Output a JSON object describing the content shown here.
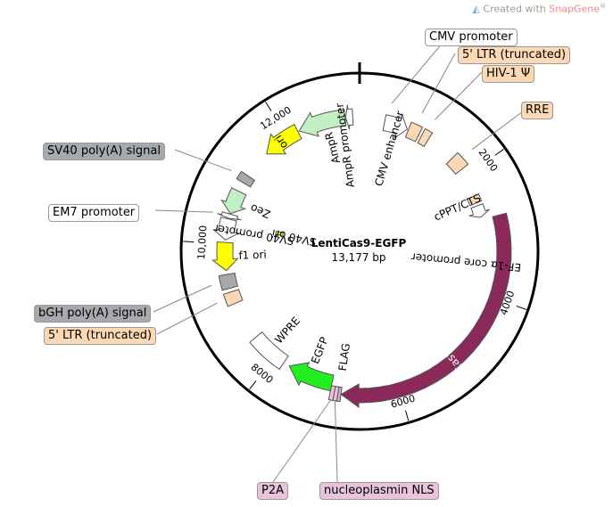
{
  "credit": {
    "prefix": "Created with",
    "brand": "SnapGene",
    "mark": "®"
  },
  "plasmid": {
    "name": "LentiCas9-EGFP",
    "size_label": "13,177 bp",
    "length_bp": 13177
  },
  "ticks": [
    {
      "label": "2000",
      "bp": 2000
    },
    {
      "label": "4000",
      "bp": 4000
    },
    {
      "label": "6000",
      "bp": 6000
    },
    {
      "label": "8000",
      "bp": 8000
    },
    {
      "label": "10,000",
      "bp": 10000
    },
    {
      "label": "12,000",
      "bp": 12000
    }
  ],
  "features": [
    {
      "name": "CMV enhancer",
      "start": 400,
      "end": 780,
      "color": "#ffffff",
      "dir": 1
    },
    {
      "name": "5' LTR (truncated)",
      "start": 800,
      "end": 985,
      "color": "#fcd8b3",
      "dir": 0
    },
    {
      "name": "HIV-1 Ψ",
      "start": 1030,
      "end": 1155,
      "color": "#fcd8b3",
      "dir": 0
    },
    {
      "name": "RRE",
      "start": 1640,
      "end": 1875,
      "color": "#fcd8b3",
      "dir": 0
    },
    {
      "name": "cPPT/CTS",
      "start": 2350,
      "end": 2470,
      "color": "#fcd8b3",
      "dir": 0
    },
    {
      "name": "EF-1α core promoter",
      "start": 2520,
      "end": 2720,
      "color": "#ffffff",
      "dir": 1
    },
    {
      "name": "Cas9",
      "start": 2760,
      "end": 6860,
      "color": "#8b2a5a",
      "dir": 1
    },
    {
      "name": "FLAG",
      "start": 6860,
      "end": 6905,
      "color": "#d8a8c8",
      "dir": 0
    },
    {
      "name": "nucleoplasmin NLS",
      "start": 6905,
      "end": 6960,
      "color": "#e8c3d9",
      "dir": 0
    },
    {
      "name": "P2A",
      "start": 6960,
      "end": 7020,
      "color": "#e8c3d9",
      "dir": 0
    },
    {
      "name": "EGFP",
      "start": 7020,
      "end": 7740,
      "color": "#22ee22",
      "dir": 1
    },
    {
      "name": "WPRE",
      "start": 7840,
      "end": 8430,
      "color": "#ffffff",
      "dir": 0
    },
    {
      "name": "5' LTR (truncated)",
      "start": 9050,
      "end": 9240,
      "color": "#fcd8b3",
      "dir": 0
    },
    {
      "name": "bGH poly(A) signal",
      "start": 9300,
      "end": 9520,
      "color": "#a6a9ad",
      "dir": 0
    },
    {
      "name": "f1 ori",
      "start": 9580,
      "end": 10020,
      "color": "#fefe00",
      "dir": -1
    },
    {
      "name": "SV40 promoter",
      "start": 10060,
      "end": 10390,
      "color": "#ffffff",
      "dir": -1
    },
    {
      "name": "EM7 promoter",
      "start": 10400,
      "end": 10470,
      "color": "#ffffff",
      "dir": -1
    },
    {
      "name": "Zeo",
      "start": 10480,
      "end": 10850,
      "color": "#c2f0c2",
      "dir": -1
    },
    {
      "name": "SV40 poly(A) signal",
      "start": 11000,
      "end": 11130,
      "color": "#a6a9ad",
      "dir": 0
    },
    {
      "name": "ori",
      "start": 11580,
      "end": 12180,
      "color": "#fefe00",
      "dir": -1
    },
    {
      "name": "AmpR",
      "start": 12200,
      "end": 12950,
      "color": "#c2f0c2",
      "dir": -1
    },
    {
      "name": "AmpR promoter",
      "start": 12960,
      "end": 13070,
      "color": "#ffffff",
      "dir": -1
    },
    {
      "name": "SV40 ori",
      "start": 10300,
      "end": 10380,
      "color": "#fefe00",
      "dir": 0
    }
  ],
  "inner_labels": [
    {
      "text": "AmpR",
      "bp": 12650
    },
    {
      "text": "AmpR promoter",
      "bp": 12900
    },
    {
      "text": "CMV enhancer",
      "bp": 600
    },
    {
      "text": "cPPT/CTS",
      "bp": 2420
    },
    {
      "text": "EF-1α core promoter",
      "bp": 3500
    },
    {
      "text": "Zeo",
      "bp": 10700
    },
    {
      "text": "f1 ori",
      "bp": 9800
    },
    {
      "text": "SV40 promoter",
      "bp": 10220
    },
    {
      "text": "SV40 ori",
      "bp": 10330
    },
    {
      "text": "WPRE",
      "bp": 8130
    },
    {
      "text": "EGFP",
      "bp": 7380
    },
    {
      "text": "FLAG",
      "bp": 6880
    },
    {
      "text": "Cas9",
      "bp": 5100
    },
    {
      "text": "ori",
      "bp": 11880
    }
  ],
  "callouts": [
    {
      "text": "CMV promoter",
      "color": "#ffffff"
    },
    {
      "text": "5' LTR (truncated)",
      "color": "#fcd8b3"
    },
    {
      "text": "HIV-1 Ψ",
      "color": "#fcd8b3"
    },
    {
      "text": "RRE",
      "color": "#fcd8b3"
    },
    {
      "text": "SV40 poly(A) signal",
      "color": "#a6a9ad"
    },
    {
      "text": "EM7 promoter",
      "color": "#ffffff"
    },
    {
      "text": "bGH poly(A) signal",
      "color": "#a6a9ad"
    },
    {
      "text": "5' LTR (truncated)",
      "color": "#fcd8b3"
    },
    {
      "text": "P2A",
      "color": "#e8c3d9"
    },
    {
      "text": "nucleoplasmin NLS",
      "color": "#e8c3d9"
    }
  ]
}
